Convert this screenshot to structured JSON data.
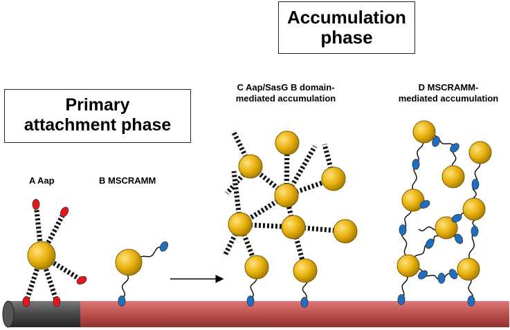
{
  "accumulation_title_line1": "Accumulation",
  "accumulation_title_line2": "phase",
  "primary_title_line1": "Primary",
  "primary_title_line2": "attachment phase",
  "label_a": "A  Aap",
  "label_b": "B  MSCRAMM",
  "label_c_line1": "C  Aap/SasG B domain-",
  "label_c_line2": "mediated accumulation",
  "label_d_line1": "D  MSCRAMM-",
  "label_d_line2": "mediated accumulation",
  "colors": {
    "cell": "#e8b10e",
    "cell_edge": "#7a5a00",
    "aap_tip": "#e8151b",
    "mscramm_tip": "#1e6fc2",
    "surface_red": "#c25252",
    "surface_gray": "#4a4a4a"
  }
}
